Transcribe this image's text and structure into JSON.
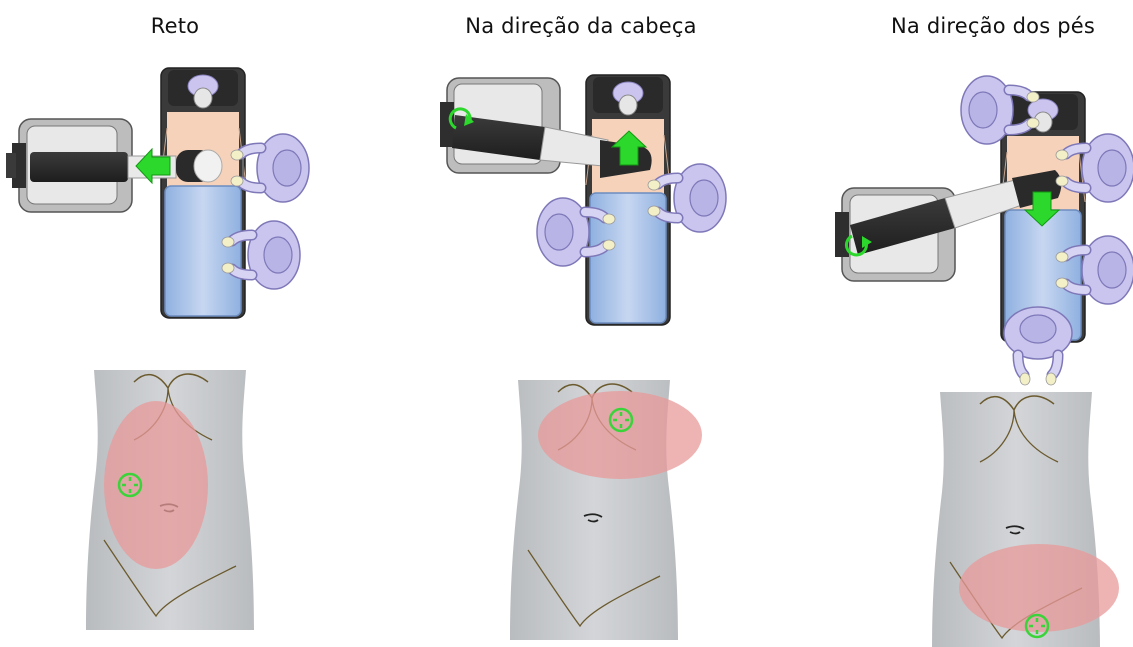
{
  "titles": {
    "straight": "Reto",
    "toward_head": "Na direção da cabeça",
    "toward_feet": "Na direção dos pés"
  },
  "colors": {
    "drape": "#b4c8e8",
    "robot_gray": "#bdbdbd",
    "arm_dark": "#2e2e2e",
    "arrow_green": "#2bd82b",
    "staff_purple": "#c8c4ec",
    "skin": "#f6d2ba",
    "abdomen_gray": "#cfd1d4",
    "target_zone": "#e89a9a",
    "target_marker": "#3ad43a"
  },
  "icons": [
    "straight-arrow-icon",
    "up-arrow-icon",
    "down-arrow-icon",
    "rotate-icon",
    "crosshair-target-icon"
  ]
}
